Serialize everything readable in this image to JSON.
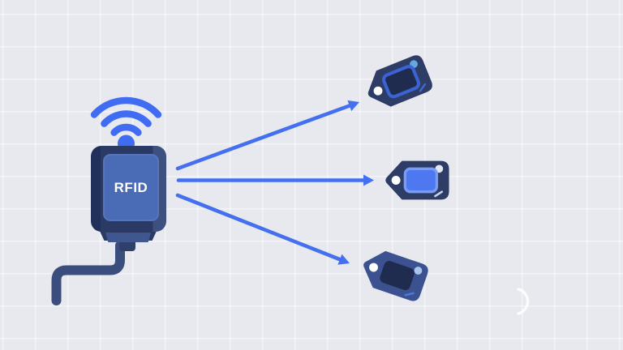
{
  "scene": {
    "description": "RFID reader with antenna signal transmitting to three RFID tags",
    "reader": {
      "label": "RFID"
    },
    "icons": [
      "wifi-signal-icon",
      "rfid-reader-icon",
      "power-cable-icon",
      "signal-arrow-icon",
      "rfid-tag-icon",
      "crescent-decoration-icon"
    ],
    "tags": [
      {
        "id": "tag-top",
        "screen_style": "dark screen with blue outline",
        "rotation_deg": -22
      },
      {
        "id": "tag-middle",
        "screen_style": "bright blue active screen",
        "rotation_deg": 0
      },
      {
        "id": "tag-bottom",
        "screen_style": "dark inactive screen",
        "rotation_deg": 19
      }
    ],
    "arrow_count": 3
  },
  "colors": {
    "bg": "#e7e9ee",
    "grid-line": "rgba(255,255,255,0.5)",
    "accent-blue": "#4470f0",
    "wifi-blue": "#3f6cf2",
    "body-navy-dark": "#20305b",
    "body-navy": "#2a3a64",
    "body-navy-light": "#3d5080",
    "panel-blue": "#4a6bb5",
    "cable-navy": "#3a4d7c",
    "connector-band": "#40568f",
    "stem-navy": "#2e3f6a",
    "tag-body-dark": "#2e3d66",
    "tag3-body": "#3c5290",
    "screen-dark": "#1f2c50",
    "tag1-screen-stroke": "#3a63d4",
    "tag2-screen-fill": "#4d78f0",
    "tag2-screen-stroke": "#7b9cf4",
    "tag1-dot": "#62a9dd",
    "tag2-dot": "#e3e7ef",
    "tag3-dot": "#a9c6ea",
    "tag1-dash": "#3f68c8",
    "tag2-dash": "#c9d5f0",
    "tag3-dash": "#4a7ae0",
    "hole-white": "#ffffff",
    "crescent": "rgba(255,255,255,0.8)",
    "label-white": "#ffffff"
  }
}
